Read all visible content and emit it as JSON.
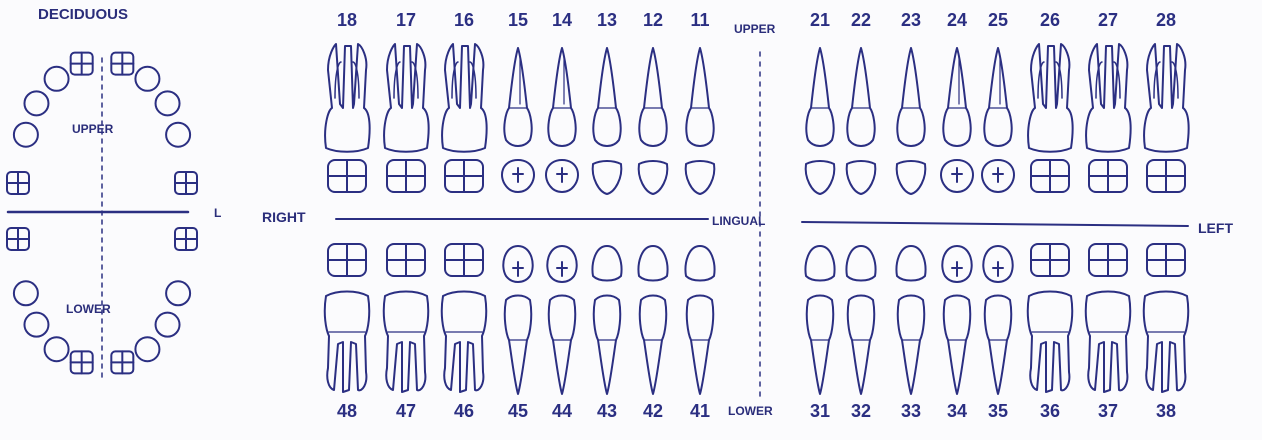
{
  "deciduous": {
    "title": "DECIDUOUS",
    "upper": "UPPER",
    "lower": "LOWER",
    "side_mark": "L"
  },
  "chart": {
    "upper_label": "UPPER",
    "lower_label": "LOWER",
    "right_label": "RIGHT",
    "left_label": "LEFT",
    "lingual_label": "LINGUAL",
    "upper_numbers": [
      "18",
      "17",
      "16",
      "15",
      "14",
      "13",
      "12",
      "11",
      "21",
      "22",
      "23",
      "24",
      "25",
      "26",
      "27",
      "28"
    ],
    "lower_numbers": [
      "48",
      "47",
      "46",
      "45",
      "44",
      "43",
      "42",
      "41",
      "31",
      "32",
      "33",
      "34",
      "35",
      "36",
      "37",
      "38"
    ]
  },
  "colors": {
    "ink": "#2b2f82",
    "paper": "#fbfbfd"
  }
}
